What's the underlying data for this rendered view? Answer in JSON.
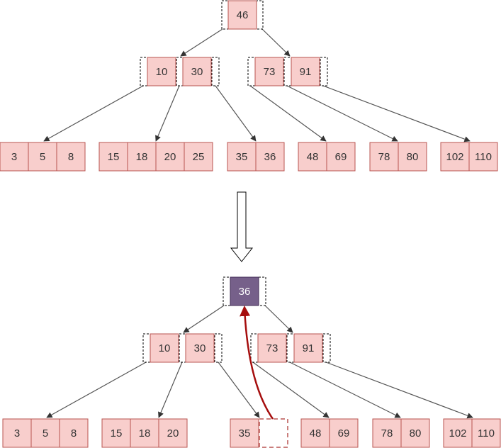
{
  "colors": {
    "cell_fill": "#f8cecc",
    "cell_stroke": "#b85450",
    "edge": "#555555",
    "promoted_fill": "#76608a",
    "promoted_stroke": "#432d57",
    "promoted_text": "#ffffff",
    "move_arrow": "#a50d0d",
    "text": "#333333"
  },
  "before": {
    "root": [
      "46"
    ],
    "internal": [
      [
        "10",
        "30"
      ],
      [
        "73",
        "91"
      ]
    ],
    "leaves": [
      [
        "3",
        "5",
        "8"
      ],
      [
        "15",
        "18",
        "20",
        "25"
      ],
      [
        "35",
        "36"
      ],
      [
        "48",
        "69"
      ],
      [
        "78",
        "80"
      ],
      [
        "102",
        "110"
      ]
    ]
  },
  "after": {
    "root": [
      "36"
    ],
    "internal": [
      [
        "10",
        "30"
      ],
      [
        "73",
        "91"
      ]
    ],
    "leaves": [
      [
        "3",
        "5",
        "8"
      ],
      [
        "15",
        "18",
        "20"
      ],
      [
        "35",
        ""
      ],
      [
        "48",
        "69"
      ],
      [
        "78",
        "80"
      ],
      [
        "102",
        "110"
      ]
    ]
  }
}
